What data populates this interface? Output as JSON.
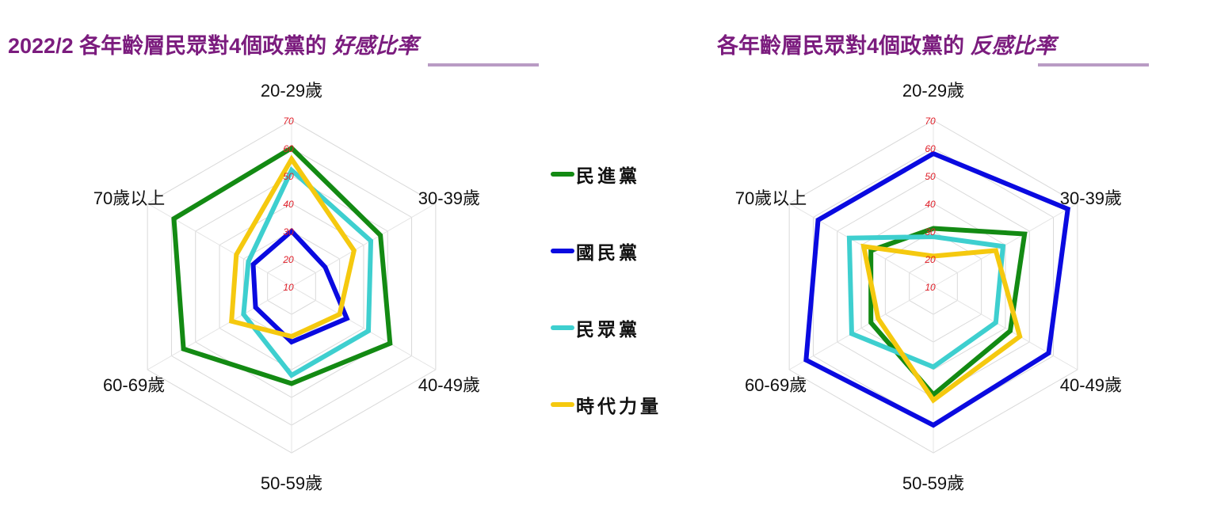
{
  "titles": {
    "left_prefix": "2022/2 各年齡層民眾對4個政黨的",
    "left_emph": "好感比率",
    "right_prefix": "各年齡層民眾對4個政黨的",
    "right_emph": "反感比率"
  },
  "legend": [
    {
      "label": "民進黨",
      "color": "#138a13"
    },
    {
      "label": "國民黨",
      "color": "#0a0ae0"
    },
    {
      "label": "民眾黨",
      "color": "#3ecfcf"
    },
    {
      "label": "時代力量",
      "color": "#f5c90f"
    }
  ],
  "chart_data": [
    {
      "type": "radar",
      "title": "2022/2 各年齡層民眾對4個政黨的好感比率",
      "categories": [
        "20-29歲",
        "30-39歲",
        "40-49歲",
        "50-59歲",
        "60-69歲",
        "70歲以上"
      ],
      "ticks": [
        "10",
        "20",
        "30",
        "40",
        "50",
        "60",
        "70"
      ],
      "rlim": [
        10,
        70
      ],
      "series": [
        {
          "name": "民進黨",
          "values": [
            60,
            47,
            51,
            45,
            55,
            59
          ]
        },
        {
          "name": "國民黨",
          "values": [
            30,
            24,
            33,
            30,
            25,
            26
          ]
        },
        {
          "name": "民眾黨",
          "values": [
            52,
            43,
            42,
            42,
            30,
            28
          ]
        },
        {
          "name": "時代力量",
          "values": [
            56,
            36,
            30,
            28,
            35,
            33
          ]
        }
      ]
    },
    {
      "type": "radar",
      "title": "各年齡層民眾對4個政黨的反感比率",
      "categories": [
        "20-29歲",
        "30-39歲",
        "40-49歲",
        "50-59歲",
        "60-69歲",
        "70歲以上"
      ],
      "ticks": [
        "10",
        "20",
        "30",
        "40",
        "50",
        "60",
        "70"
      ],
      "rlim": [
        10,
        70
      ],
      "series": [
        {
          "name": "民進黨",
          "values": [
            31,
            48,
            42,
            49,
            36,
            36
          ]
        },
        {
          "name": "國民黨",
          "values": [
            58,
            66,
            58,
            60,
            63,
            58
          ]
        },
        {
          "name": "民眾黨",
          "values": [
            28,
            39,
            36,
            39,
            44,
            45
          ]
        },
        {
          "name": "時代力量",
          "values": [
            21,
            36,
            46,
            51,
            33,
            39
          ]
        }
      ]
    }
  ]
}
